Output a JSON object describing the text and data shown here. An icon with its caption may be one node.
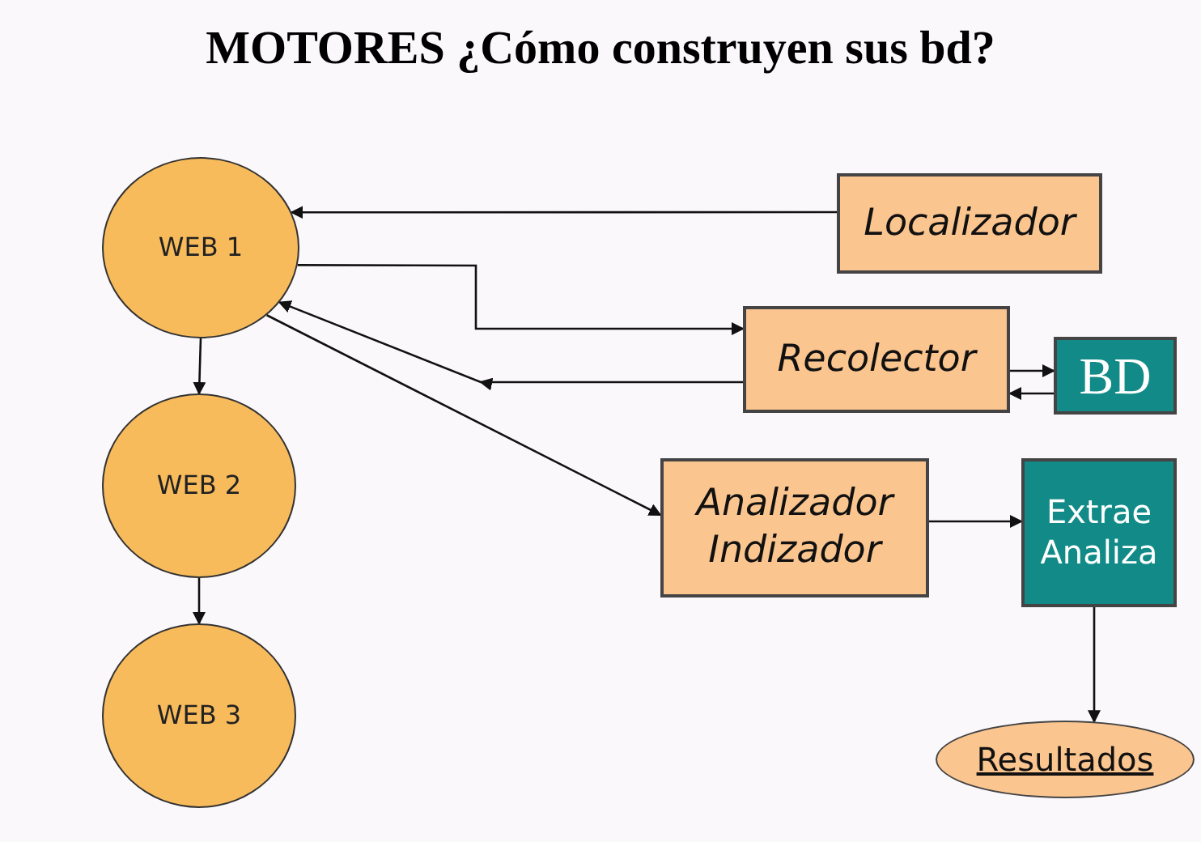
{
  "diagram": {
    "title": "MOTORES ¿Cómo construyen sus bd?",
    "nodes": [
      {
        "text": [
          "WEB 1"
        ]
      },
      {
        "text": [
          "Localizador"
        ]
      },
      {
        "text": [
          "Recolector"
        ]
      },
      {
        "text": [
          "BD"
        ]
      },
      {
        "text": [
          "WEB 2"
        ]
      },
      {
        "text": [
          "Analizador Indizador"
        ]
      },
      {
        "text": [
          "Extrae Analiza"
        ]
      },
      {
        "text": [
          "WEB 3"
        ]
      },
      {
        "text": [
          "Resultados"
        ]
      }
    ],
    "edges": [
      {
        "from": 1,
        "to": 0,
        "arrow": "to"
      },
      {
        "from": 0,
        "to": 2,
        "arrow": "to"
      },
      {
        "from": 2,
        "to": 0,
        "arrow": "to"
      },
      {
        "from": 0,
        "to": 5,
        "arrow": "to"
      },
      {
        "from": 2,
        "to": 3,
        "arrow": "to"
      },
      {
        "from": 3,
        "to": 2,
        "arrow": "to"
      },
      {
        "from": 5,
        "to": 6,
        "arrow": "to"
      },
      {
        "from": 6,
        "to": 8,
        "arrow": "to"
      },
      {
        "from": 0,
        "to": 4,
        "arrow": "to"
      },
      {
        "from": 4,
        "to": 7,
        "arrow": "to"
      }
    ]
  }
}
